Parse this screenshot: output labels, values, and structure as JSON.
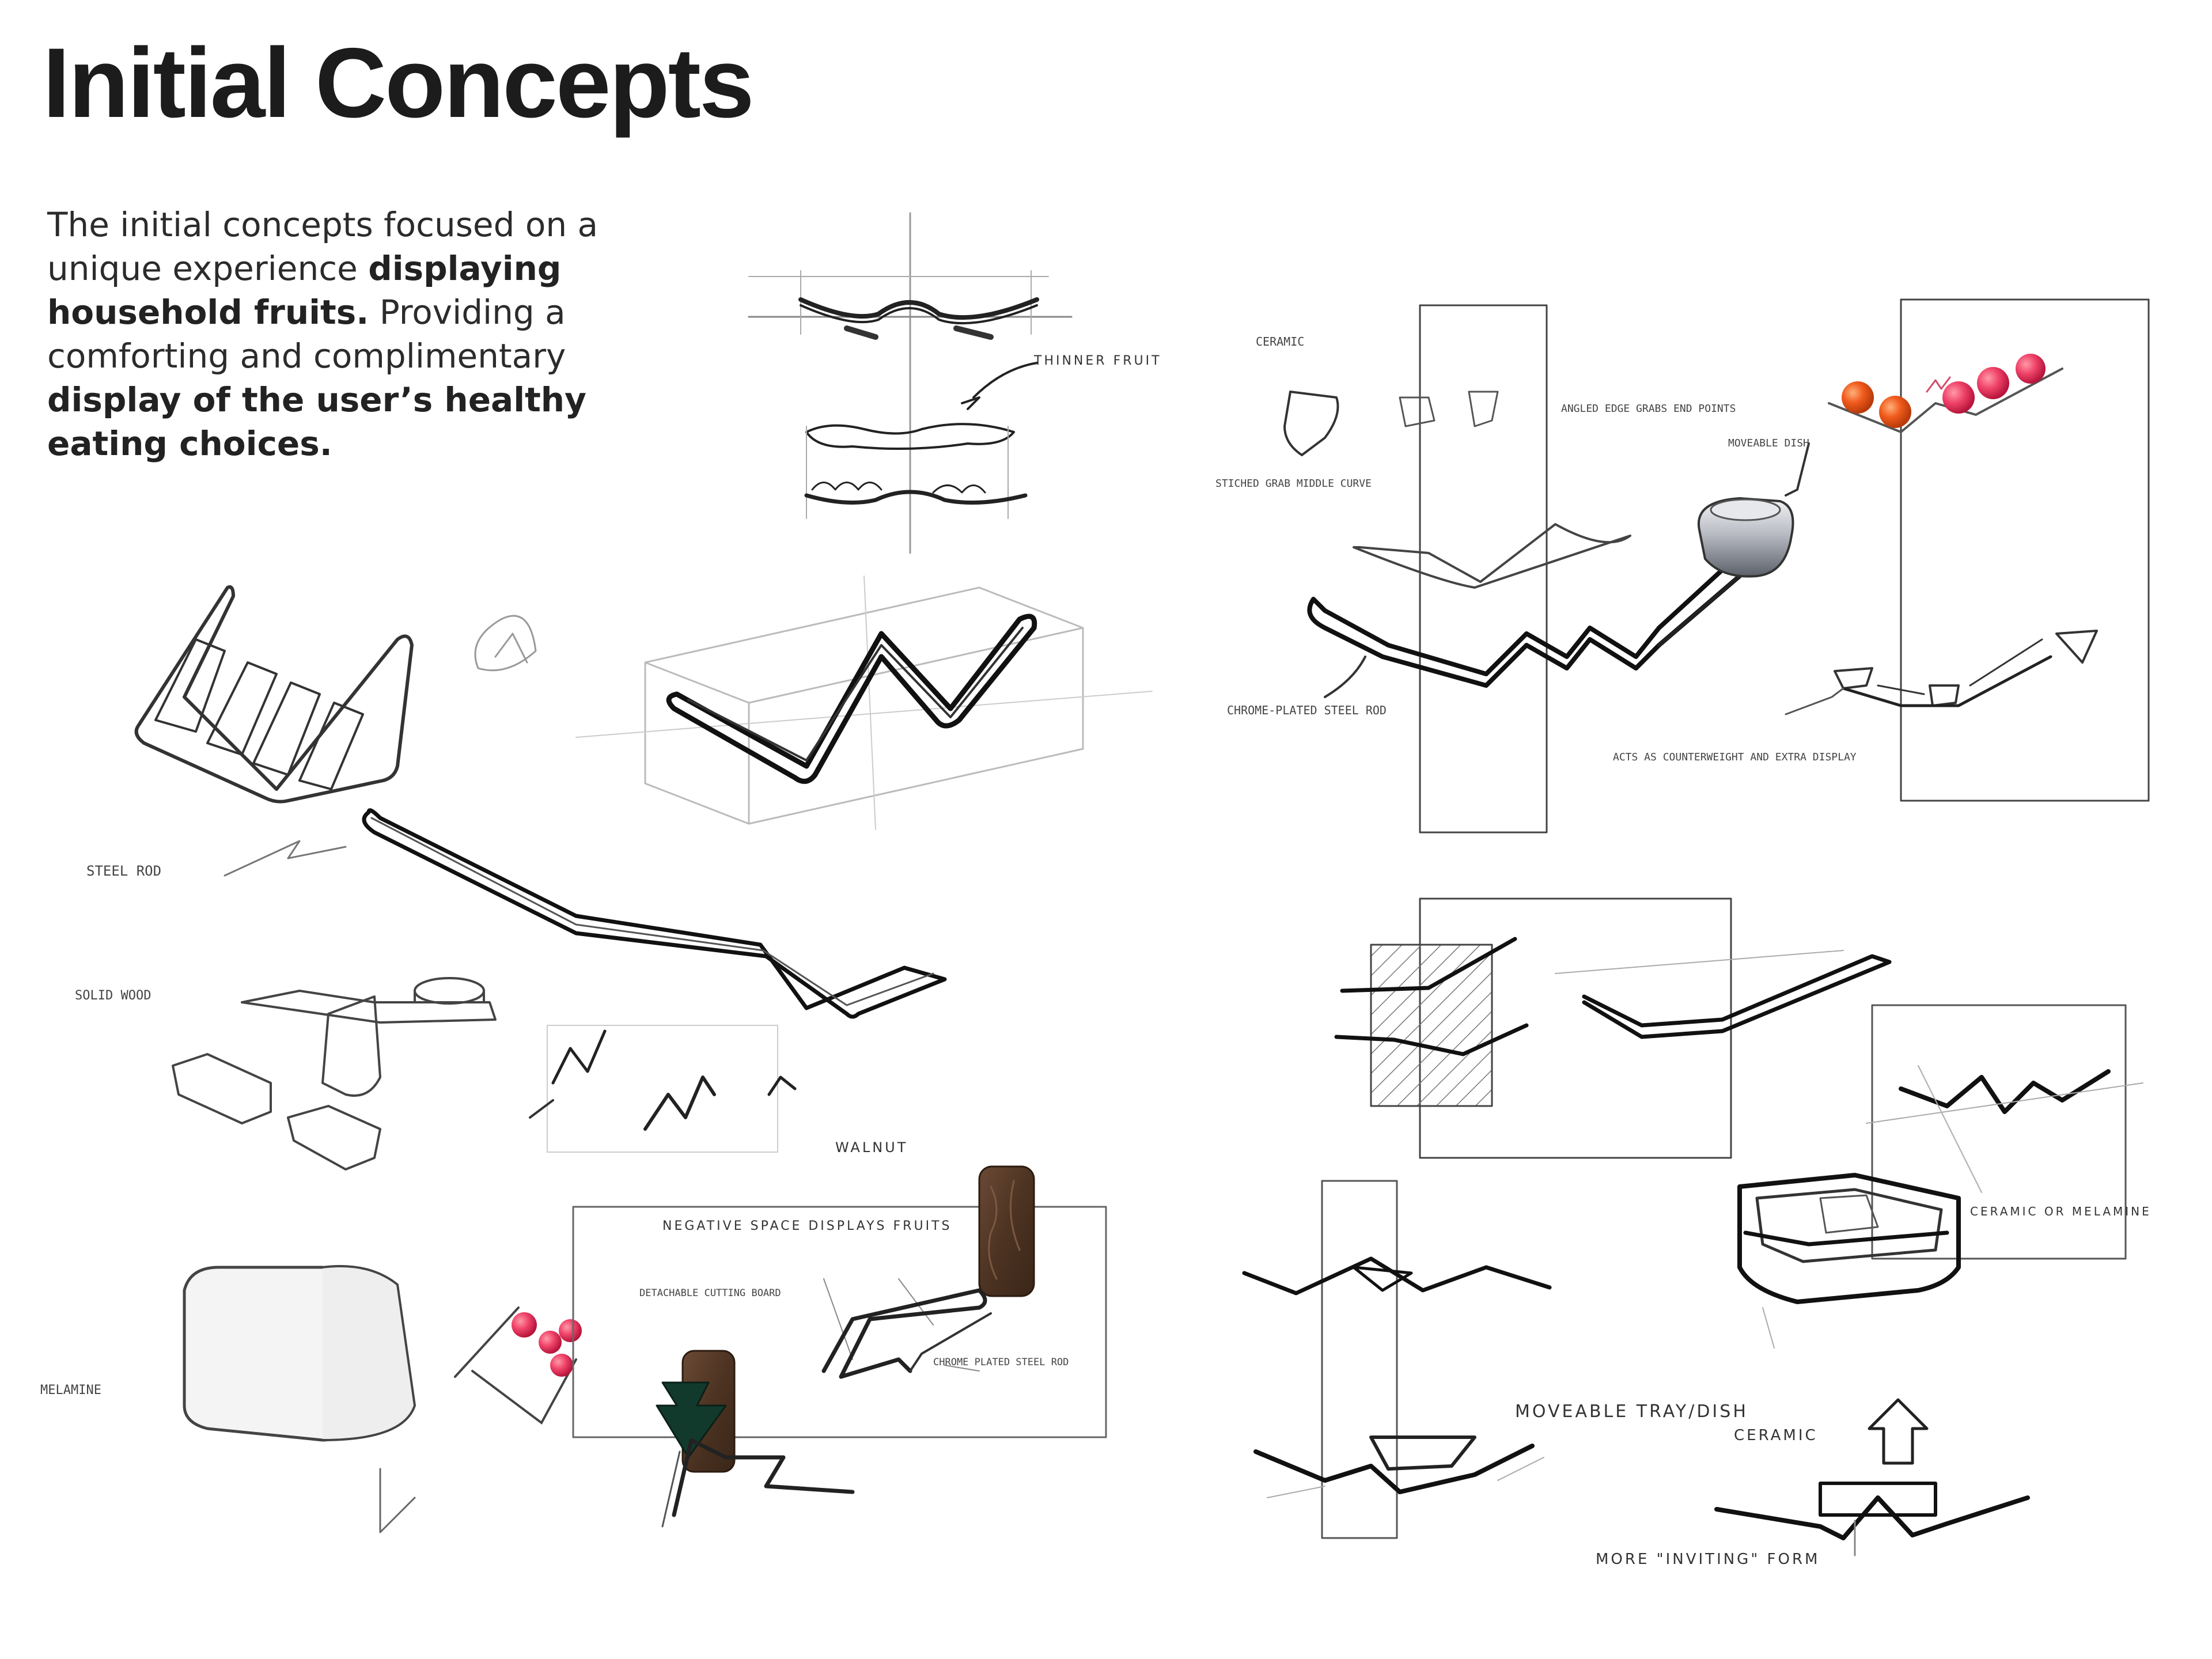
{
  "title": "Initial Concepts",
  "intro": {
    "p1": "The initial concepts focused on a unique experience ",
    "b1": "displaying household fruits.",
    "p2": " Providing a comforting and complimentary ",
    "b2": "display of the user’s healthy eating choices."
  },
  "annotations": {
    "steel_rod": "STEEL ROD",
    "solid_wood": "SOLID WOOD",
    "melamine": "MELAMINE",
    "thinner_fruit": "THINNER FRUIT",
    "ceramic_top": "CERAMIC",
    "angled_edge": "ANGLED EDGE GRABS END POINTS",
    "stitched_grab": "STICHED GRAB MIDDLE CURVE",
    "moveable_dish": "MOVEABLE DISH",
    "chrome_rod_1": "CHROME-PLATED STEEL ROD",
    "counterweight": "ACTS AS COUNTERWEIGHT AND EXTRA DISPLAY",
    "walnut": "WALNUT",
    "negative_space": "NEGATIVE SPACE DISPLAYS FRUITS",
    "cutting_board": "DETACHABLE CUTTING BOARD",
    "chrome_rod_2": "CHROME PLATED STEEL ROD",
    "ceramic_or_melamine": "CERAMIC OR MELAMINE",
    "moveable_tray": "MOVEABLE TRAY/DISH",
    "ceramic_bottom": "CERAMIC",
    "inviting_form": "MORE \"INVITING\" FORM"
  }
}
